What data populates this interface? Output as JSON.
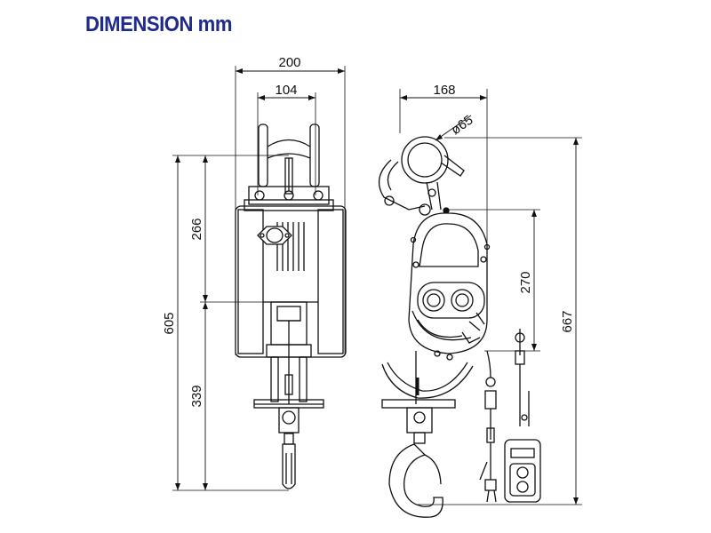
{
  "title": "DIMENSION mm",
  "colors": {
    "title": "#1e2a8c",
    "line": "#111111"
  },
  "dimensions": {
    "width_overall": "200",
    "width_frame": "104",
    "side_width": "168",
    "hook_diameter": "ø65",
    "upper_height": "266",
    "lower_height": "339",
    "total_height_front": "605",
    "body_height": "270",
    "total_height_side": "667"
  }
}
